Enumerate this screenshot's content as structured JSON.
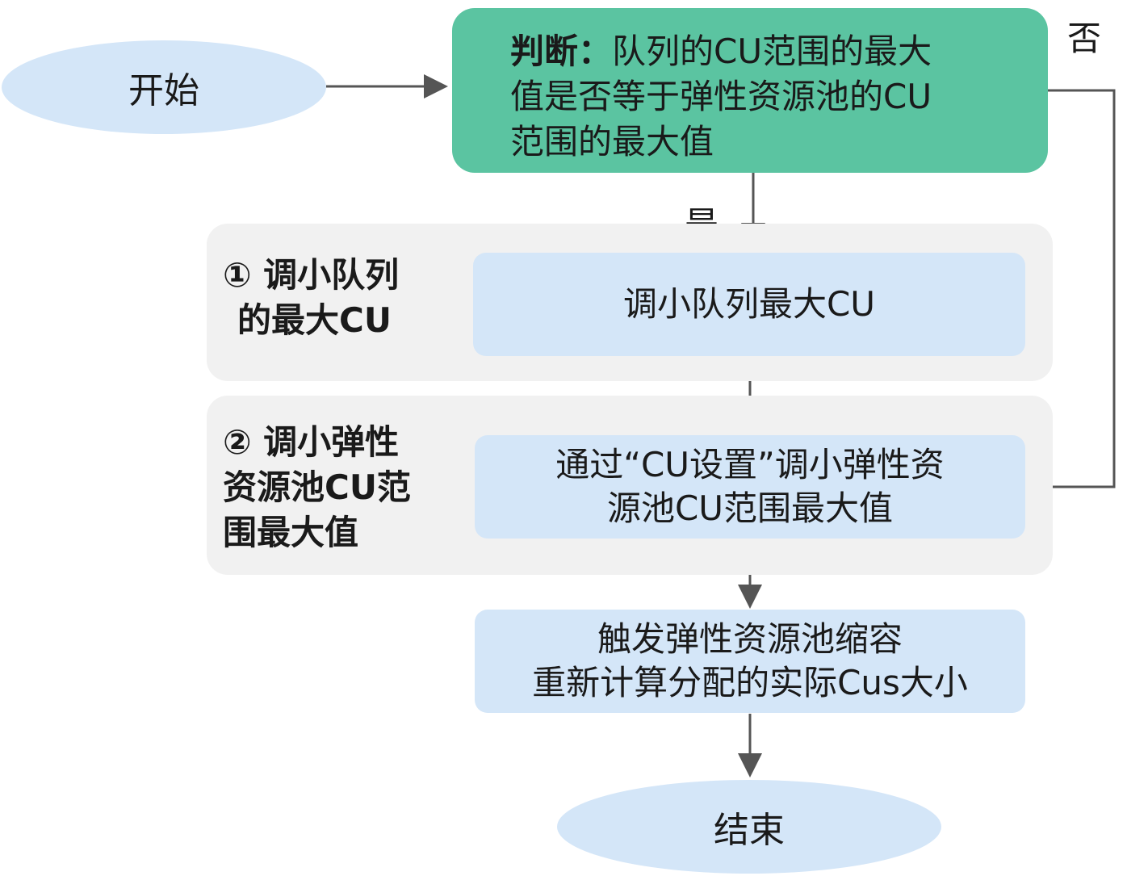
{
  "start": "开始",
  "decision": {
    "lead": "判断：",
    "lines": [
      "队列的CU范围的最大",
      "值是否等于弹性资源池的CU",
      "范围的最大值"
    ]
  },
  "branch_no": "否",
  "branch_yes": "是",
  "step1": {
    "label_lines": [
      "① 调小队列",
      "的最大CU"
    ],
    "action": "调小队列最大CU"
  },
  "step2": {
    "label_lines": [
      "② 调小弹性",
      "资源池CU范",
      "围最大值"
    ],
    "action_lines": [
      "通过“CU设置”调小弹性资",
      "源池CU范围最大值"
    ]
  },
  "result": {
    "lines": [
      "触发弹性资源池缩容",
      "重新计算分配的实际Cus大小"
    ]
  },
  "end": "结束",
  "colors": {
    "ellipse": "#d4e6f8",
    "decision": "#5bc4a1",
    "group_bg": "#f1f1f1",
    "box": "#d4e6f8",
    "arrow": "#555555"
  }
}
